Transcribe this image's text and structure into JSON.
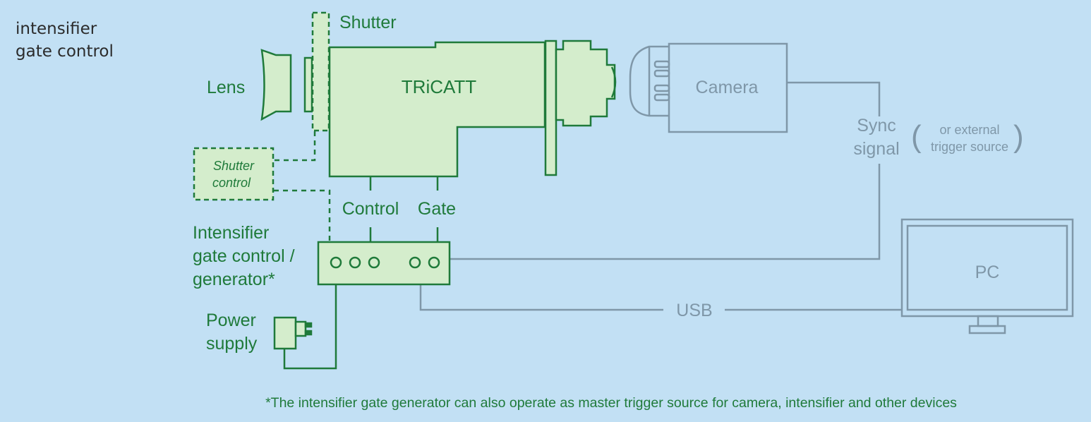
{
  "heading": {
    "line1": "intensifier",
    "line2": "gate control"
  },
  "labels": {
    "shutter": "Shutter",
    "lens": "Lens",
    "tricatt": "TRiCATT",
    "camera": "Camera",
    "sync_line1": "Sync",
    "sync_line2": "signal",
    "external_line1": "or external",
    "external_line2": "trigger source",
    "paren_open": "(",
    "paren_close": ")",
    "shutter_control_line1": "Shutter",
    "shutter_control_line2": "control",
    "control": "Control",
    "gate": "Gate",
    "generator_line1": "Intensifier",
    "generator_line2": "gate control /",
    "generator_line3": "generator*",
    "power_line1": "Power",
    "power_line2": "supply",
    "pc": "PC",
    "usb": "USB"
  },
  "footnote": "*The intensifier gate generator can also operate as master trigger source for camera, intensifier and other devices",
  "colors": {
    "background": "#c2e0f4",
    "green_fill": "#d4edcc",
    "green_stroke": "#1f7a3a",
    "grey_stroke": "#7f97a8",
    "heading_text": "#2b2b2b"
  }
}
